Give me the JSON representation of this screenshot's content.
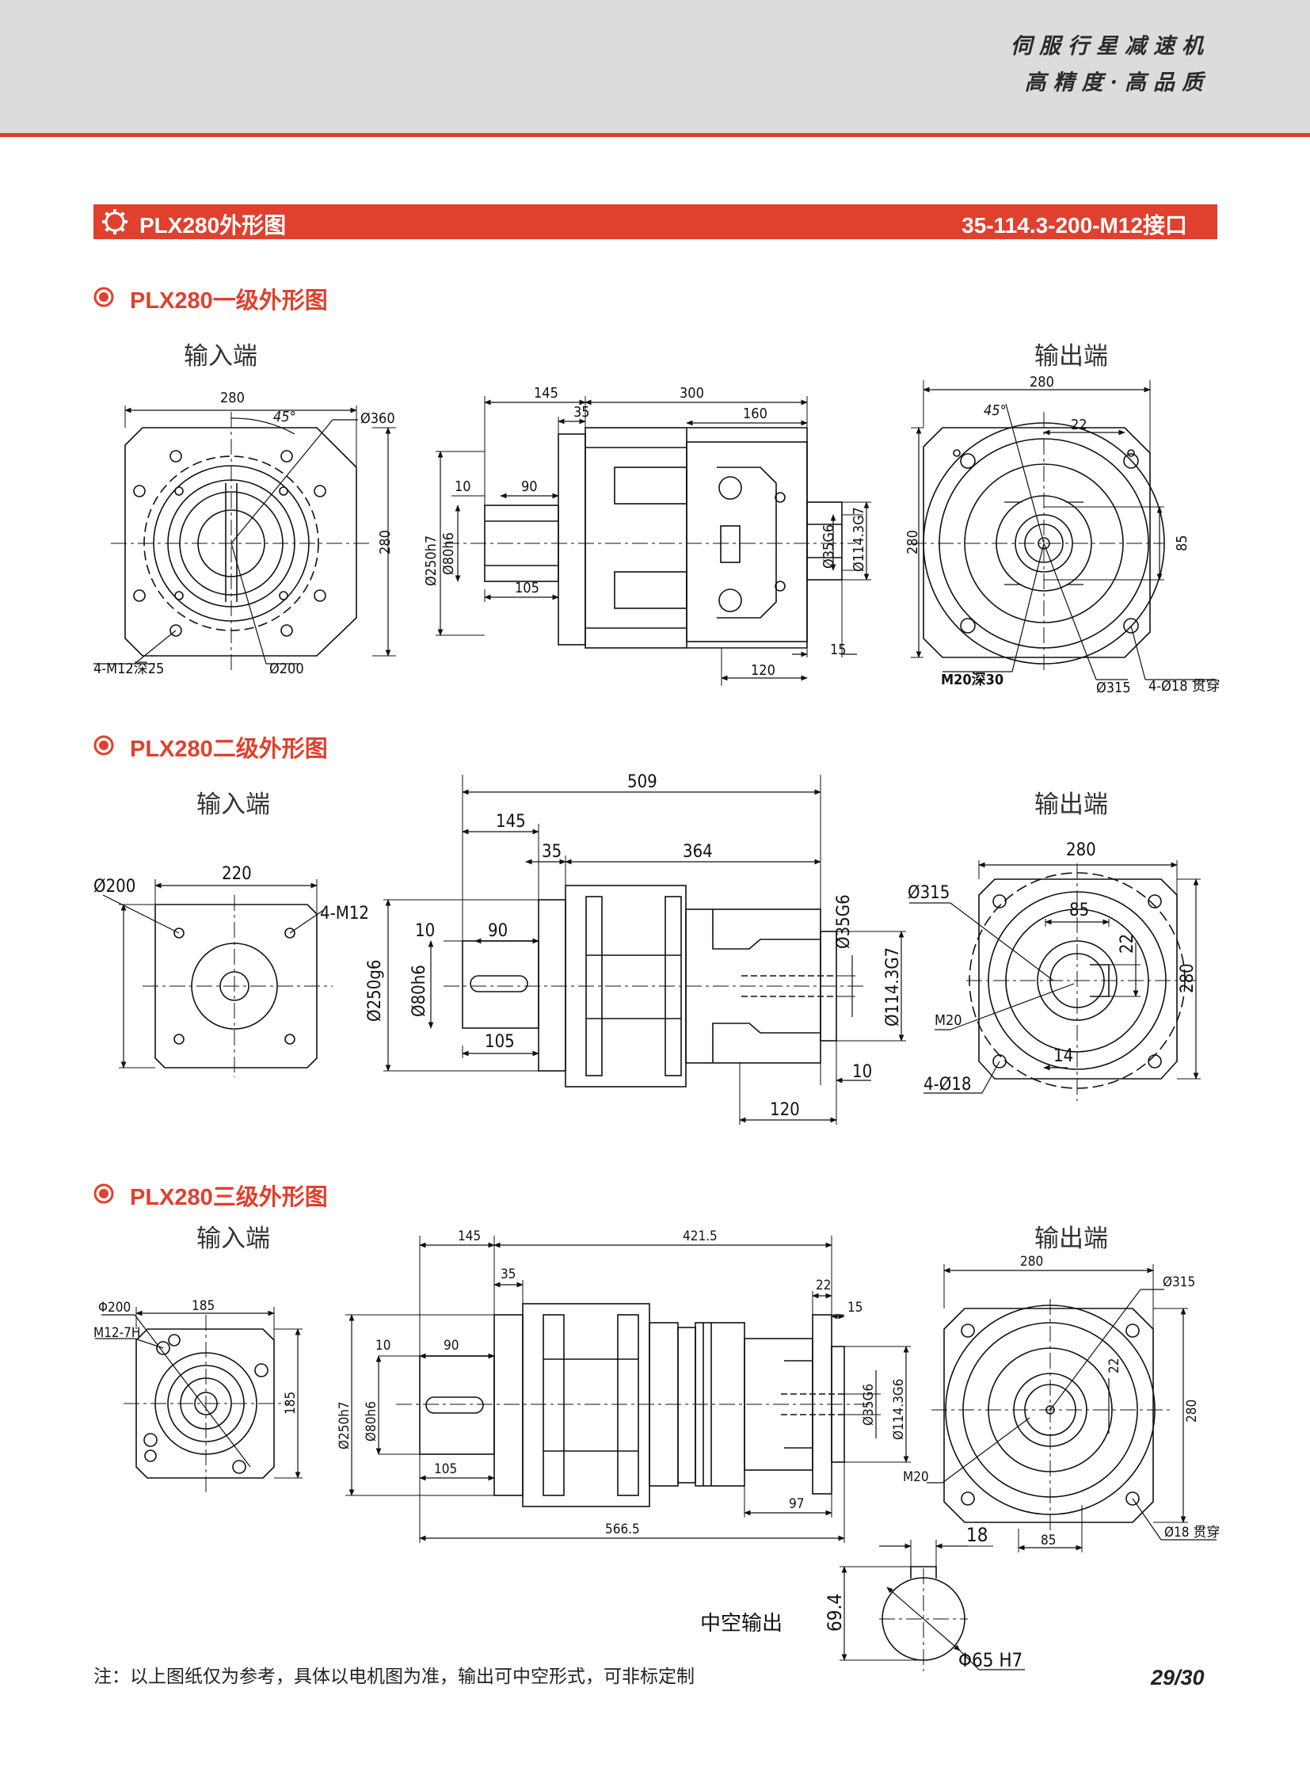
{
  "header": {
    "brand_line1": "伺服行星减速机",
    "brand_line2": "高精度·高品质"
  },
  "title_bar": {
    "left": "PLX280外形图",
    "right": "35-114.3-200-M12接口"
  },
  "sections": [
    {
      "title": "PLX280一级外形图",
      "input_label": "输入端",
      "output_label": "输出端"
    },
    {
      "title": "PLX280二级外形图",
      "input_label": "输入端",
      "output_label": "输出端"
    },
    {
      "title": "PLX280三级外形图",
      "input_label": "输入端",
      "output_label": "输出端"
    }
  ],
  "stage1": {
    "input": {
      "w": "280",
      "h": "280",
      "angle": "45°",
      "pcd": "Ø360",
      "holes": "4-M12深25",
      "pilot": "Ø200"
    },
    "side": {
      "d145": "145",
      "d35": "35",
      "d300": "300",
      "d160": "160",
      "d10": "10",
      "d90": "90",
      "d105": "105",
      "d15": "15",
      "d120": "120",
      "shaft": "Ø250h7",
      "key": "Ø80h6",
      "bore1": "Ø35G6",
      "bore2": "Ø114.3G7"
    },
    "output": {
      "w": "280",
      "h": "280",
      "angle": "45°",
      "d22": "22",
      "d85": "85",
      "tap": "M20深30",
      "pcd": "Ø315",
      "holes": "4-Ø18 贯穿"
    }
  },
  "stage2": {
    "input": {
      "pcd": "Ø200",
      "w": "220",
      "holes": "4-M12"
    },
    "side": {
      "total": "509",
      "d145": "145",
      "d35": "35",
      "d364": "364",
      "d10": "10",
      "d90": "90",
      "d105": "105",
      "shaft": "Ø250g6",
      "key": "Ø80h6",
      "bore1": "Ø35G6",
      "bore2": "Ø114.3G7",
      "d10b": "10",
      "d120": "120"
    },
    "output": {
      "w": "280",
      "pcd": "Ø315",
      "d85": "85",
      "d22": "22",
      "tap": "M20",
      "d14": "14",
      "holes": "4-Ø18",
      "h": "280"
    }
  },
  "stage3": {
    "input": {
      "pcd": "Φ200",
      "w": "185",
      "tap": "M12-7H",
      "h": "185"
    },
    "side": {
      "d145": "145",
      "d4215": "421.5",
      "d35": "35",
      "d22": "22",
      "d15": "15",
      "d10": "10",
      "d90": "90",
      "d105": "105",
      "shaft": "Ø250h7",
      "key": "Ø80h6",
      "bore1": "Ø35G6",
      "bore2": "Ø114.3G6",
      "d97": "97",
      "total": "566.5"
    },
    "output": {
      "w": "280",
      "pcd": "Ø315",
      "d22": "22",
      "h": "280",
      "tap": "M20",
      "d85": "85",
      "holes": "Ø18 贯穿"
    },
    "hollow": {
      "label": "中空输出",
      "d18": "18",
      "h694": "69.4",
      "bore": "Φ65 H7"
    }
  },
  "note": "注：以上图纸仅为参考，具体以电机图为准，输出可中空形式，可非标定制",
  "page": "29/30",
  "colors": {
    "accent": "#e0402e",
    "header_bg": "#dcdcdc"
  }
}
